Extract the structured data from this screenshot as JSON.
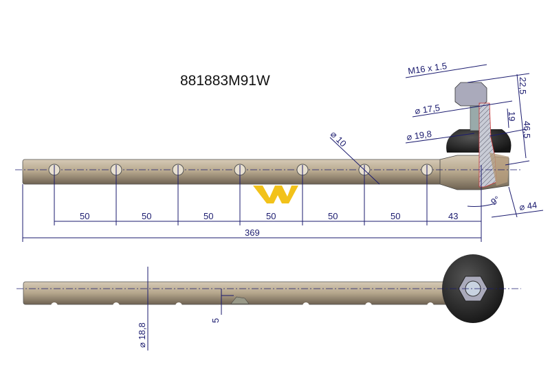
{
  "title": "881883M91W",
  "colors": {
    "rod": "#b8a88f",
    "dimension": "#1a1a6e",
    "logo": "#f2c21a",
    "boot": "#2a2a2a"
  },
  "top_view": {
    "hole_spacings": [
      "50",
      "50",
      "50",
      "50",
      "50",
      "50"
    ],
    "end_length": "43",
    "total_length": "369",
    "hole_diameter": "⌀ 10",
    "thread": "M16 x 1.5",
    "nut_height": "22,5",
    "pin_height": "46,5",
    "taper_length": "19",
    "taper_small": "⌀ 17,5",
    "taper_large": "⌀ 19,8",
    "angle": "9°",
    "housing_diameter": "⌀ 44"
  },
  "bottom_view": {
    "rod_diameter": "⌀ 18,8",
    "groove_depth": "5"
  }
}
